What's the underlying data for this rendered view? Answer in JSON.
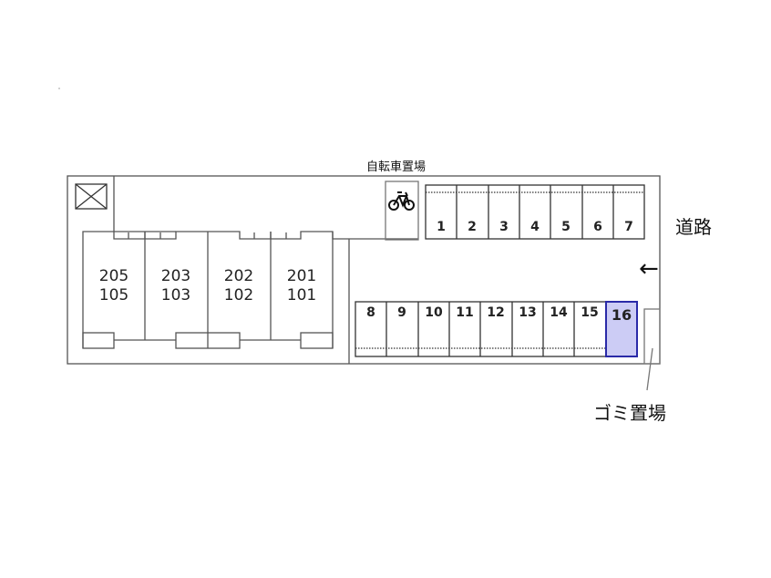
{
  "labels": {
    "bicycle_parking": "自転車置場",
    "road": "道路",
    "garbage_area": "ゴミ置場",
    "arrow": "←"
  },
  "units": [
    {
      "upper": "205",
      "lower": "105"
    },
    {
      "upper": "203",
      "lower": "103"
    },
    {
      "upper": "202",
      "lower": "102"
    },
    {
      "upper": "201",
      "lower": "101"
    }
  ],
  "parking_top": [
    "1",
    "2",
    "3",
    "4",
    "5",
    "6",
    "7"
  ],
  "parking_bottom": [
    "8",
    "9",
    "10",
    "11",
    "12",
    "13",
    "14",
    "15",
    "16"
  ],
  "highlighted_slot": "16",
  "colors": {
    "highlight_fill": "#ccccf5",
    "highlight_stroke": "#2a2aa8"
  }
}
